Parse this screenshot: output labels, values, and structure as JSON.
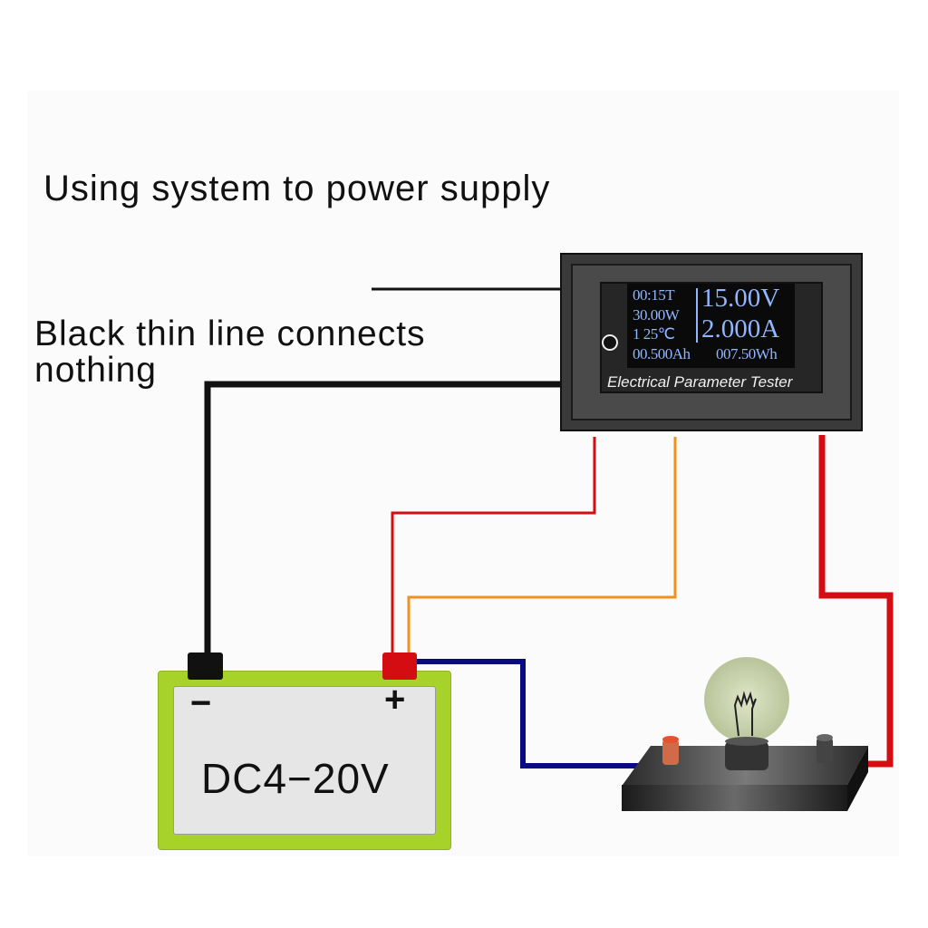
{
  "diagram": {
    "title": "Using system to power supply",
    "note_line1": "Black  thin  line connects",
    "note_line2": "nothing",
    "meter": {
      "screen": {
        "time": "00:15T",
        "power": "30.00W",
        "group_temp": "1   25℃",
        "capacity": "00.500Ah",
        "voltage": "15.00V",
        "current": "2.000A",
        "energy": "007.50Wh"
      },
      "brand": "Electrical Parameter Tester"
    },
    "battery": {
      "label": "DC4−20V",
      "negative_sign": "−",
      "positive_sign": "+"
    },
    "colors": {
      "wire_black": "#111111",
      "wire_red": "#d40d12",
      "wire_orange": "#f0901e",
      "wire_blue": "#0a0a80",
      "battery_body": "#a6d22a",
      "screen_text": "#8fb6ff"
    },
    "components": [
      "meter",
      "battery",
      "light-bulb-load"
    ]
  }
}
